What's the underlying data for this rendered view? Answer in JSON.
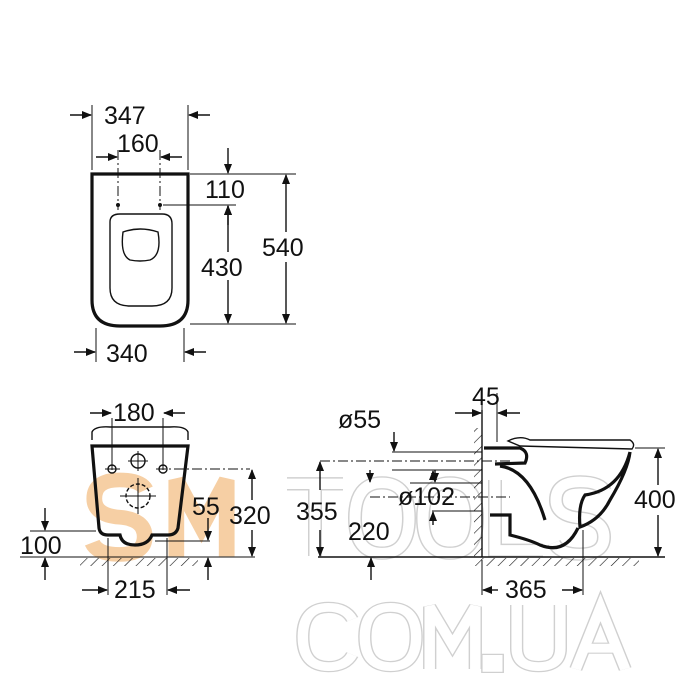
{
  "title": "Wall-hung toilet dimension drawing",
  "top_view": {
    "width_top": "347",
    "hole_spacing": "160",
    "hole_offset": "110",
    "hole_to_front": "430",
    "length": "540",
    "width_bottom": "340"
  },
  "front_view": {
    "fixing_spacing": "180",
    "outlet_height": "55",
    "fixing_height": "320",
    "bottom_height": "100",
    "base_width": "215"
  },
  "side_view": {
    "wall_gap": "45",
    "inlet_diameter": "ø55",
    "inlet_height": "355",
    "outlet_height": "220",
    "outlet_diameter": "ø102",
    "rim_height": "400",
    "projection": "365"
  },
  "watermark": {
    "line1_brand": "SM",
    "line1_rest": "TOOLS",
    "line2": "COM.UA"
  },
  "colors": {
    "ink": "#111111",
    "watermark_orange": "#f6cfa4",
    "watermark_gray": "#d0d0d0"
  }
}
